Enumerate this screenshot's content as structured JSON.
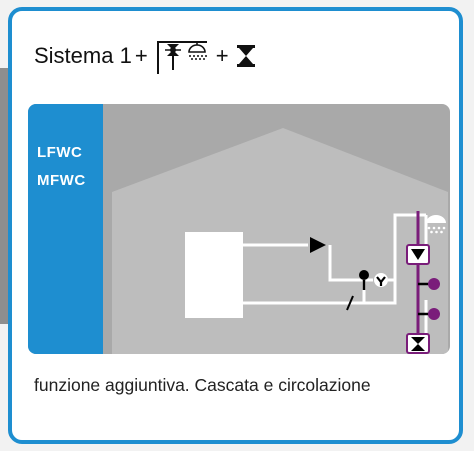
{
  "card": {
    "title": "Sistema 1",
    "plus": "+",
    "function_icon": "pump-shower-icon",
    "cascade_icon": "cascade-valve-icon",
    "diagram_labels": [
      "LFWC",
      "MFWC"
    ],
    "description": "funzione aggiuntiva. Cascata e circolazione"
  },
  "colors": {
    "accent": "#1e8ed0",
    "pipe_accent": "#7a1d7a",
    "diagram_bg": "#a9a9a9",
    "house": "#bdbdbd"
  }
}
